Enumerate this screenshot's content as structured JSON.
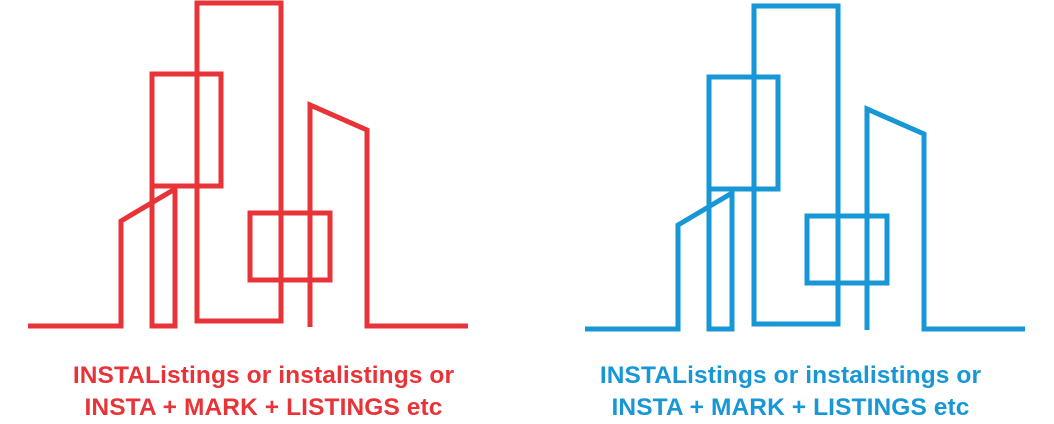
{
  "logos": [
    {
      "color": "#e83338",
      "icon": "city-skyline-icon",
      "caption_line_1": "INSTAListings or instalistings or",
      "caption_line_2": "INSTA + MARK + LISTINGS etc"
    },
    {
      "color": "#1797d6",
      "icon": "city-skyline-icon",
      "caption_line_1": "INSTAListings or instalistings or",
      "caption_line_2": "INSTA + MARK + LISTINGS etc"
    }
  ]
}
